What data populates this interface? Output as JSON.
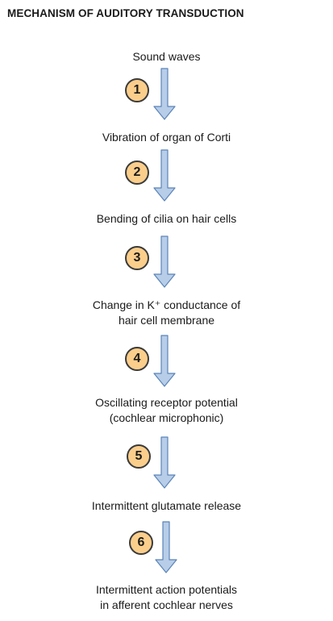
{
  "title": "MECHANISM OF AUDITORY TRANSDUCTION",
  "steps": [
    {
      "line1": "Sound waves",
      "line2": ""
    },
    {
      "line1": "Vibration of organ of Corti",
      "line2": ""
    },
    {
      "line1": "Bending of cilia on hair cells",
      "line2": ""
    },
    {
      "line1": "Change in K⁺ conductance of",
      "line2": "hair cell membrane"
    },
    {
      "line1": "Oscillating receptor potential",
      "line2": "(cochlear microphonic)"
    },
    {
      "line1": "Intermittent glutamate release",
      "line2": ""
    },
    {
      "line1": "Intermittent action potentials",
      "line2": "in afferent cochlear nerves"
    }
  ],
  "transitions": [
    {
      "number": "1"
    },
    {
      "number": "2"
    },
    {
      "number": "3"
    },
    {
      "number": "4"
    },
    {
      "number": "5"
    },
    {
      "number": "6"
    }
  ],
  "colors": {
    "badge_fill": "#fbce8c",
    "arrow_fill": "#b7cde8",
    "arrow_stroke": "#5b84b8"
  }
}
